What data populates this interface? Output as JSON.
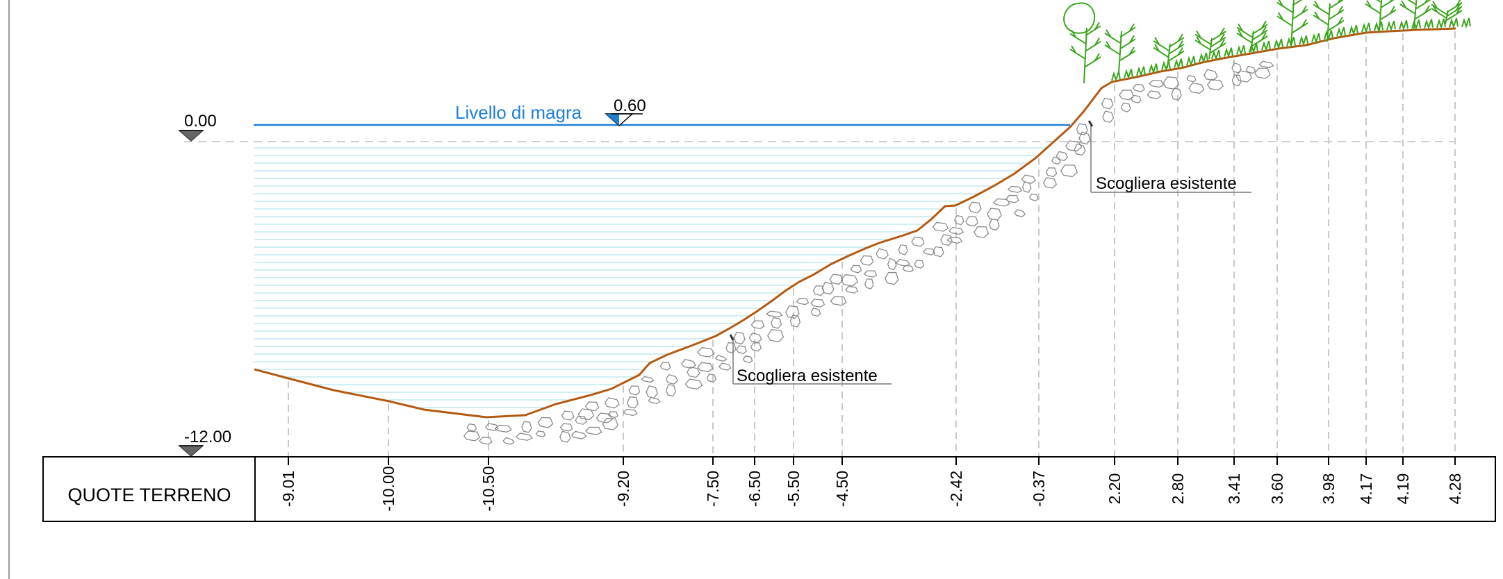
{
  "table": {
    "header_label": "QUOTE TERRENO",
    "values": [
      "-9.01",
      "-10.00",
      "-10.50",
      "-9.20",
      "-7.50",
      "-6.50",
      "-5.50",
      "-4.50",
      "-2.42",
      "-0.37",
      "2.20",
      "2.80",
      "3.41",
      "3.60",
      "3.98",
      "4.17",
      "4.19",
      "4.28"
    ]
  },
  "levels": {
    "reference_zero": "0.00",
    "bottom": "-12.00",
    "water": "0.60"
  },
  "labels": {
    "water_level": "Livello di magra",
    "rock_lower": "Scogliera esistente",
    "rock_upper": "Scogliera esistente"
  },
  "colors": {
    "terrain": "#b35a12",
    "water": "#1e7fd8",
    "water_hatch": "#9fdcea",
    "vegetation": "#3aa51c",
    "rocks": "#8a8a8a",
    "guides": "#c8c8c8"
  }
}
